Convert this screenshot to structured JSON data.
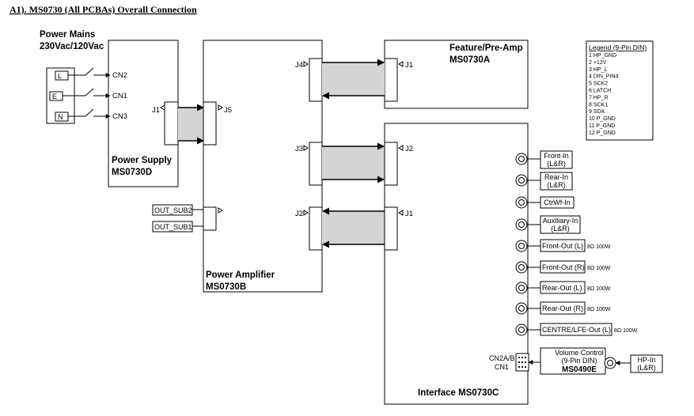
{
  "title": "A1).  MS0730 (All PCBAs) Overall Connection",
  "power_mains": {
    "line1": "Power Mains",
    "line2": "230Vac/120Vac",
    "plug_pins": [
      "L",
      "E",
      "N"
    ],
    "connectors": [
      "CN2",
      "CN1",
      "CN3"
    ]
  },
  "power_supply": {
    "line1": "Power Supply",
    "line2": "MS0730D",
    "connector": "J1"
  },
  "power_amplifier": {
    "line1": "Power Amplifier",
    "line2": "MS0730B",
    "connectors": [
      "J5",
      "J4",
      "J3",
      "J2"
    ],
    "sub_outputs": [
      "OUT_SUB2",
      "OUT_SUB1"
    ]
  },
  "feature_preamp": {
    "line1": "Feature/Pre-Amp",
    "line2": "MS0730A",
    "connector": "J1"
  },
  "interface": {
    "label": "Interface MS0730C",
    "connectors": [
      "J2",
      "J1"
    ],
    "jacks": [
      {
        "line1": "Front-In",
        "line2": "(L&R)",
        "spec": ""
      },
      {
        "line1": "Rear-In",
        "line2": "(L&R)",
        "spec": ""
      },
      {
        "line1": "CtrWf-In",
        "line2": "",
        "spec": ""
      },
      {
        "line1": "Auxiliary-In",
        "line2": "(L&R)",
        "spec": ""
      },
      {
        "line1": "Front-Out (L)",
        "line2": "",
        "spec": "8Ω 100W"
      },
      {
        "line1": "Front-Out (R)",
        "line2": "",
        "spec": "8Ω 100W"
      },
      {
        "line1": "Rear-Out (L)",
        "line2": "",
        "spec": "8Ω 100W"
      },
      {
        "line1": "Rear-Out (R)",
        "line2": "",
        "spec": "8Ω 100W"
      },
      {
        "line1": "CENTRE/LFE-Out (L)",
        "line2": "",
        "spec": "8Ω 100W"
      }
    ],
    "cn_label1": "CN2A/B",
    "cn_label2": "CN1"
  },
  "volume_control": {
    "line1": "Volume Control",
    "line2": "(9-Pin DIN)",
    "line3": "MS0490E"
  },
  "hp_in": {
    "line1": "HP-In",
    "line2": "(L&R)"
  },
  "legend": {
    "title": "Legend (9-Pin DIN)",
    "items": [
      "1  HP_GND",
      "2 +12V",
      "3 HP_L",
      "4 DIN_PIN4",
      "5 SCK2",
      "6 LATCH",
      "7 HP_R",
      "8 SCK1",
      "9 SDA",
      "10 P_GND",
      "11 P_GND",
      "12 P_GND"
    ]
  }
}
